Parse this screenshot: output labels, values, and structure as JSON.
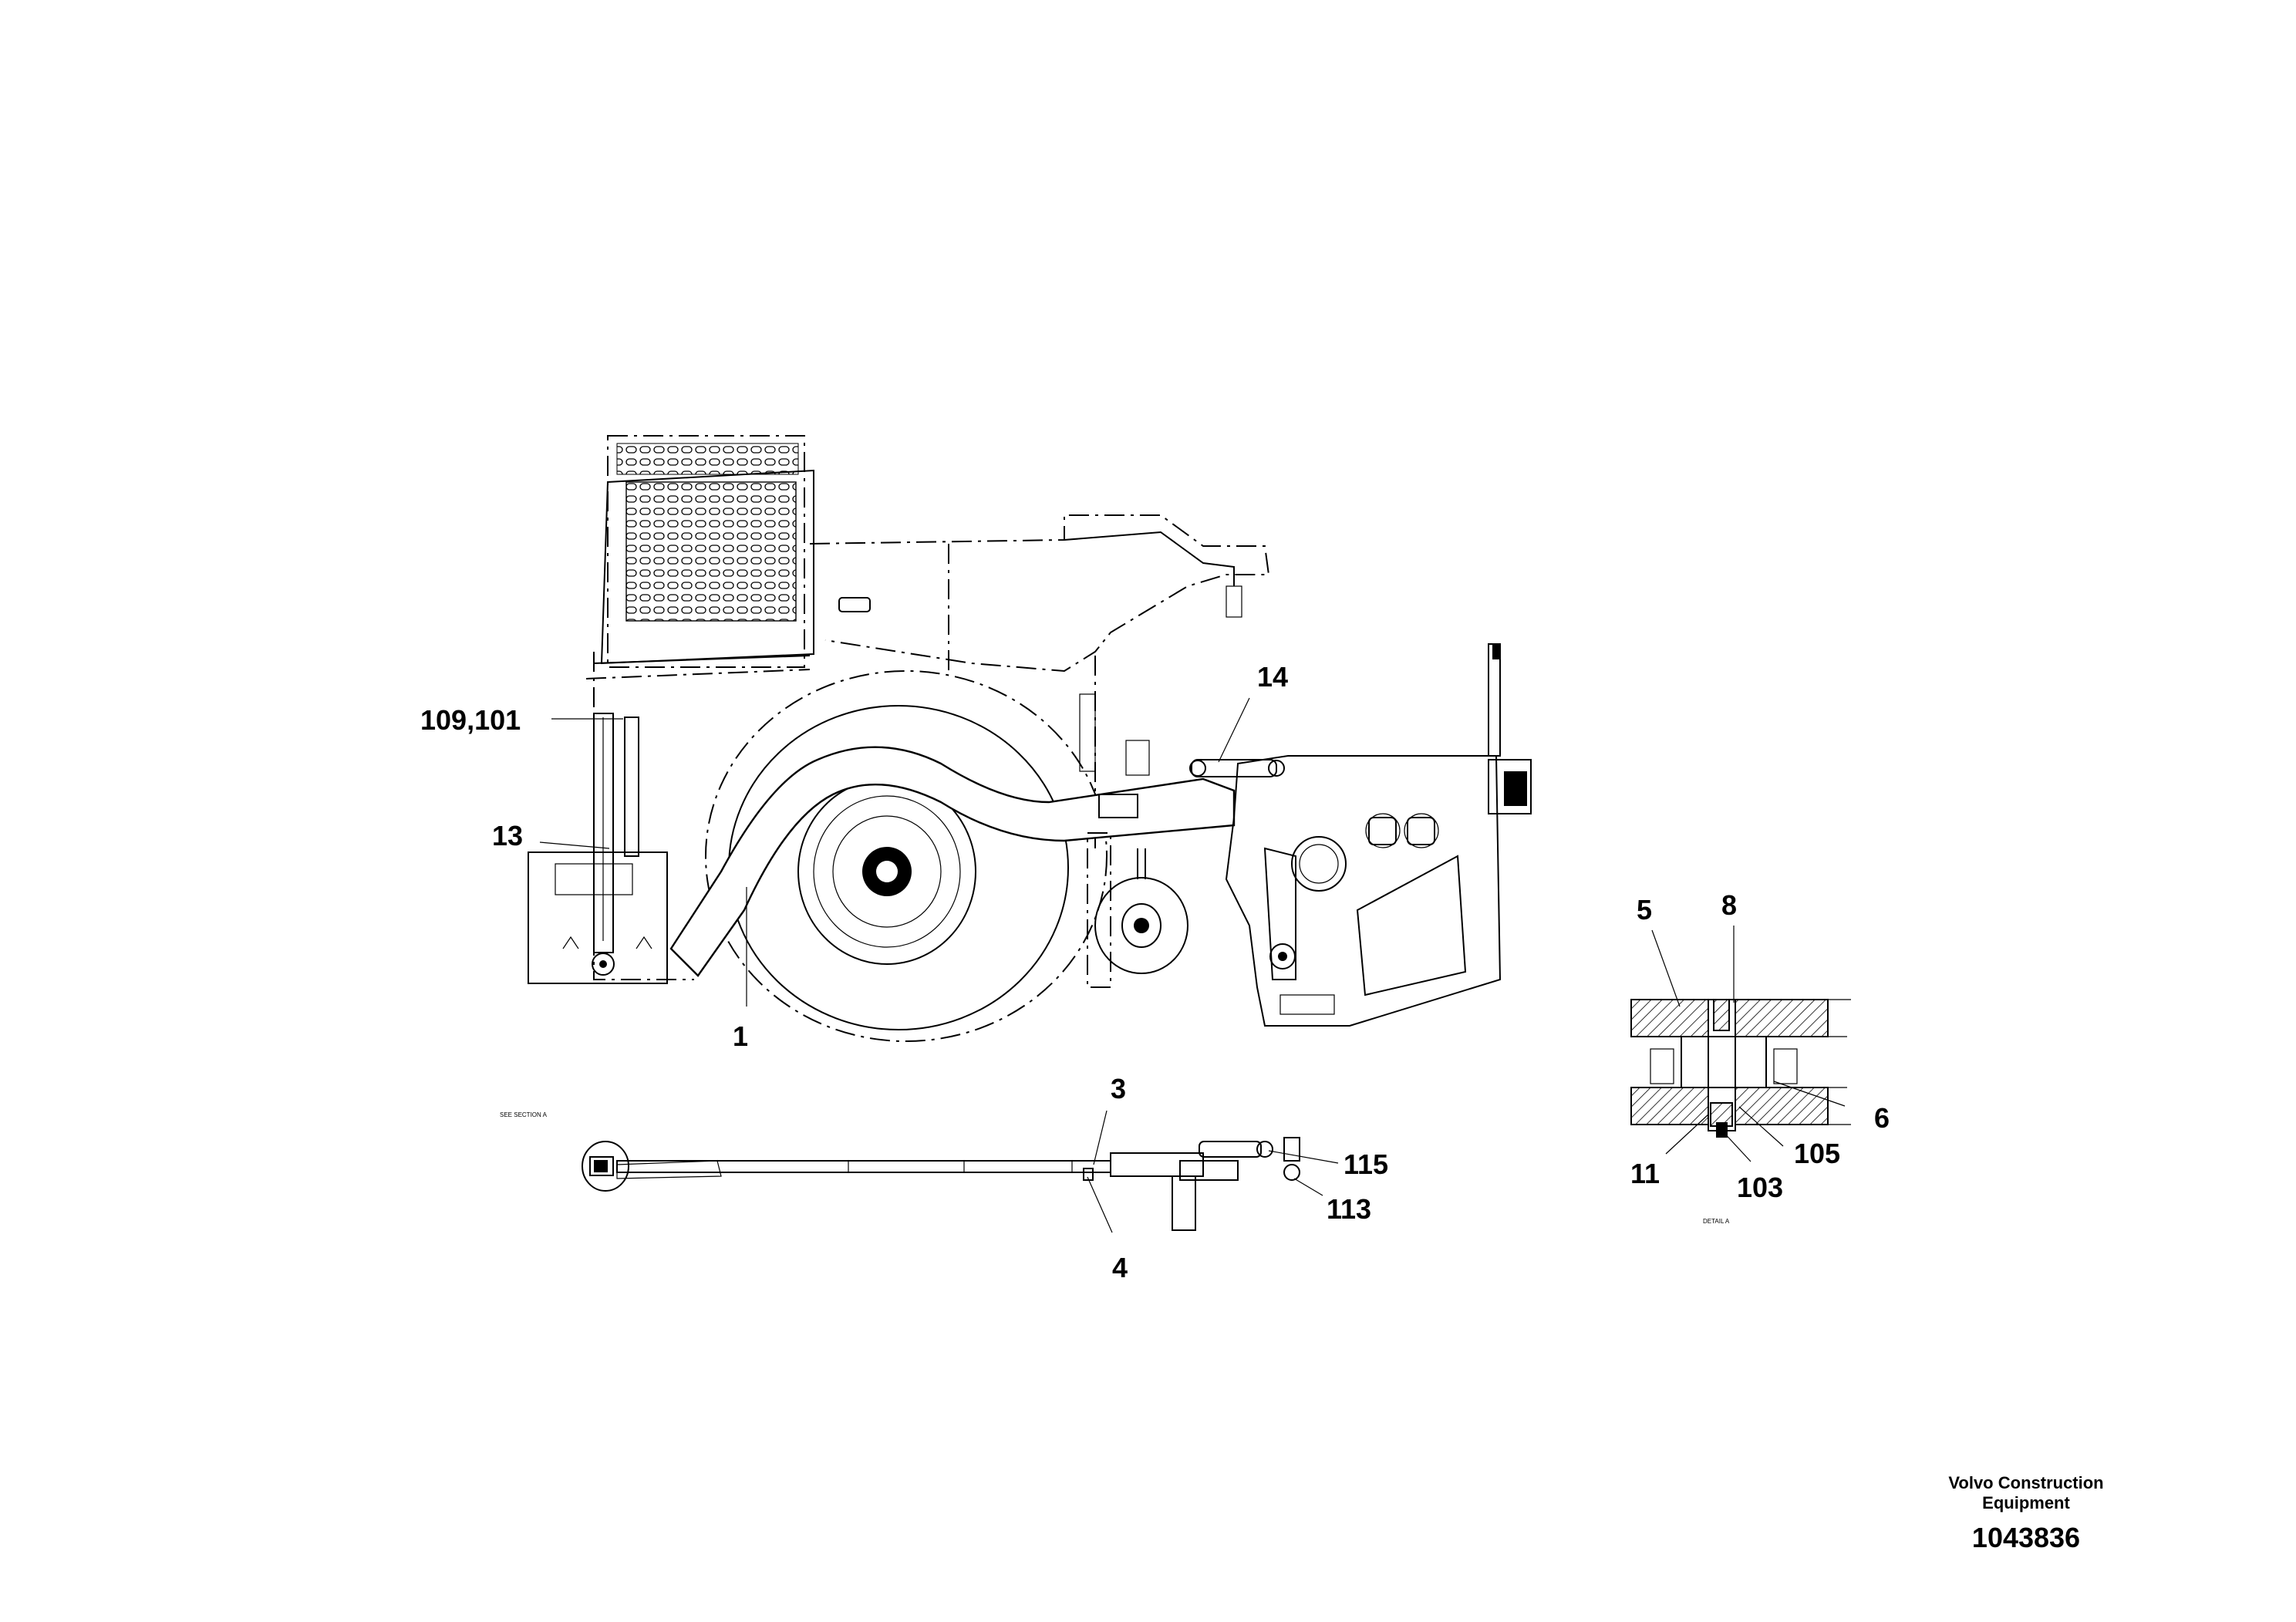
{
  "callouts": {
    "c109_101": "109,101",
    "c13": "13",
    "c1": "1",
    "c14": "14",
    "c3": "3",
    "c4": "4",
    "c115": "115",
    "c113": "113",
    "c5": "5",
    "c8": "8",
    "c6": "6",
    "c11": "11",
    "c103": "103",
    "c105": "105"
  },
  "views": {
    "see_section": "SEE SECTION A",
    "detail": "DETAIL A"
  },
  "title_block": {
    "company_line1": "Volvo Construction",
    "company_line2": "Equipment",
    "document_number": "1043836"
  }
}
